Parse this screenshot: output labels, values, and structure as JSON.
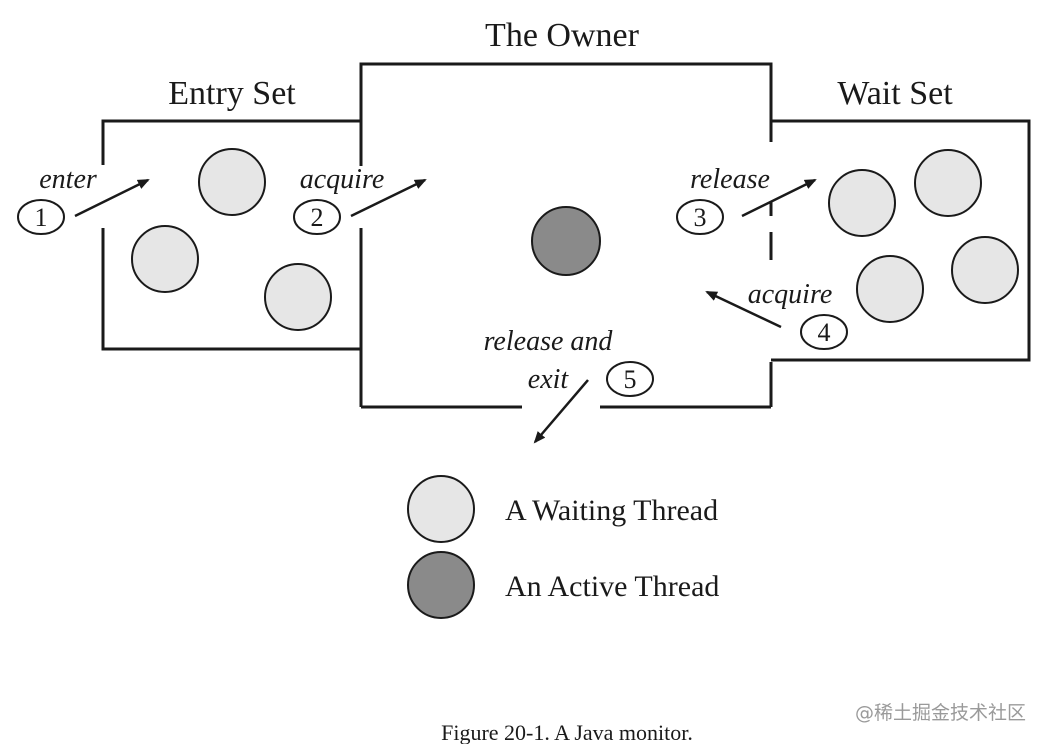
{
  "titles": {
    "owner": "The Owner",
    "entry_set": "Entry Set",
    "wait_set": "Wait Set"
  },
  "steps": {
    "enter": {
      "label": "enter",
      "num": "1"
    },
    "acquire_entry": {
      "label": "acquire",
      "num": "2"
    },
    "release": {
      "label": "release",
      "num": "3"
    },
    "acquire_wait": {
      "label": "acquire",
      "num": "4"
    },
    "release_exit": {
      "label_line1": "release and",
      "label_line2": "exit",
      "num": "5"
    }
  },
  "legend": {
    "waiting": "A Waiting Thread",
    "active": "An Active Thread"
  },
  "caption": "Figure 20-1. A Java monitor.",
  "watermark": "@稀土掘金技术社区",
  "colors": {
    "waiting_thread": "#e6e6e6",
    "active_thread": "#8a8a8a",
    "stroke": "#1a1a1a"
  }
}
